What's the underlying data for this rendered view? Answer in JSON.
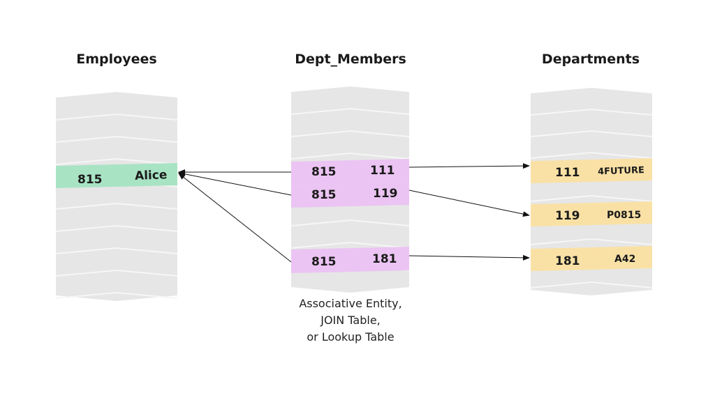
{
  "tables": {
    "employees": {
      "title": "Employees",
      "rows": [
        {
          "key": "815",
          "value": "Alice"
        }
      ]
    },
    "dept_members": {
      "title": "Dept_Members",
      "rows": [
        {
          "key": "815",
          "value": "111"
        },
        {
          "key": "815",
          "value": "119"
        },
        {
          "key": "815",
          "value": "181"
        }
      ]
    },
    "departments": {
      "title": "Departments",
      "rows": [
        {
          "key": "111",
          "value": "4FUTURE"
        },
        {
          "key": "119",
          "value": "P0815"
        },
        {
          "key": "181",
          "value": "A42"
        }
      ]
    }
  },
  "caption": {
    "line1": "Associative Entity,",
    "line2": "JOIN Table,",
    "line3": "or Lookup Table"
  },
  "colors": {
    "slab": "#e6e6e6",
    "slab_edge": "#f6f6f6",
    "employee_row": "#a8e3c4",
    "member_row": "#ebc4f3",
    "department_row": "#f9e1a6",
    "arrow": "#111111"
  }
}
